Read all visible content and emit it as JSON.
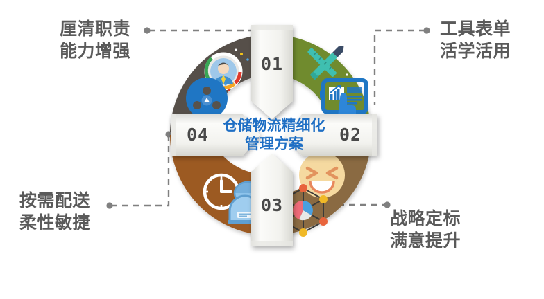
{
  "diagram": {
    "type": "donut-cycle-infographic",
    "center_title": {
      "line1": "仓储物流精细化",
      "line2": "管理方案",
      "color": "#1f6fc4"
    },
    "segments": [
      {
        "number": "01",
        "badge_position": "top",
        "ring_color": "#565049",
        "ring_name": "dark-charcoal",
        "label_title": "厘清职责",
        "label_subtitle": "能力增强",
        "label_position": "top-left",
        "icons": [
          "person-profile-circle-icon",
          "network-nodes-icon"
        ]
      },
      {
        "number": "02",
        "badge_position": "right",
        "ring_color": "#6f8b2f",
        "ring_name": "olive-green",
        "label_title": "工具表单",
        "label_subtitle": "活学活用",
        "label_position": "top-right",
        "icons": [
          "pen-ruler-cross-icon",
          "tablet-chart-touch-icon"
        ]
      },
      {
        "number": "03",
        "badge_position": "bottom",
        "ring_color": "#8a6a42",
        "ring_name": "tan-brown",
        "label_title": "战略定标",
        "label_subtitle": "满意提升",
        "label_position": "bottom-right",
        "icons": [
          "smiley-face-icon",
          "hexagon-network-pie-icon"
        ]
      },
      {
        "number": "04",
        "badge_position": "left",
        "ring_color": "#9c5a22",
        "ring_name": "orange-brown",
        "label_title": "按需配送",
        "label_subtitle": "柔性敏捷",
        "label_position": "bottom-left",
        "icons": [
          "clock-icon",
          "delivery-truck-icon"
        ]
      }
    ],
    "connector": {
      "style": "dashed",
      "color": "#808080",
      "endpoint": "round-dot"
    },
    "label_color": "#5a5a5a",
    "badge_color": "#f4f4f2",
    "badge_number_color": "#4a4a48",
    "background": "#ffffff"
  }
}
